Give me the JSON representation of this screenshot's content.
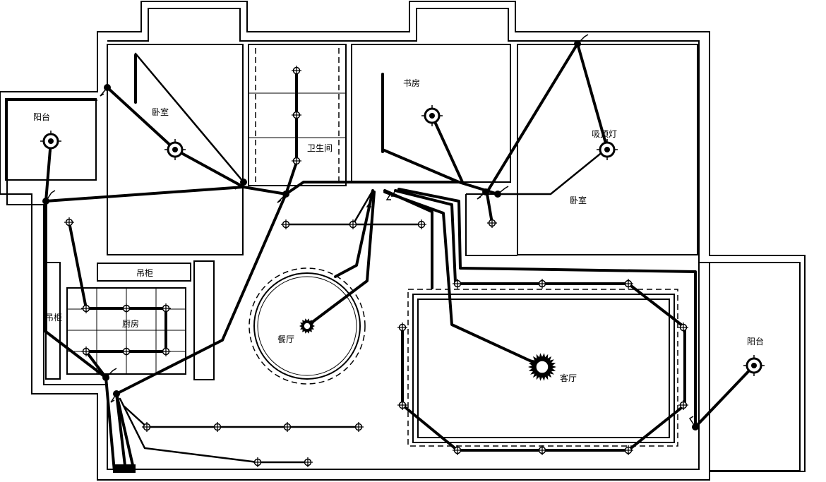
{
  "rooms": {
    "balcony_left": "阳台",
    "bedroom_left": "卧室",
    "bathroom": "卫生间",
    "study": "书房",
    "ceiling_lamp": "吸顶灯",
    "bedroom_right": "卧室",
    "hanging_cabinet_top": "吊柜",
    "hanging_cabinet_side": "吊柜",
    "kitchen": "厨房",
    "dining": "餐厅",
    "living": "客厅",
    "balcony_right": "阳台"
  }
}
